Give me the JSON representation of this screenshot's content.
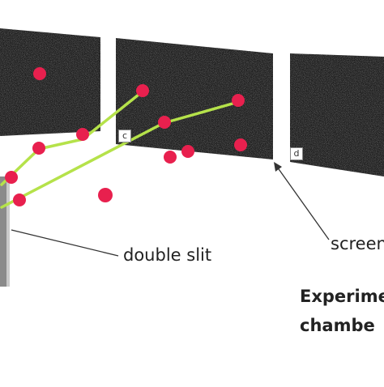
{
  "figure": {
    "labels": {
      "double_slit": "double slit",
      "screen": "screen",
      "title_line1": "Experime",
      "title_line2": "chambe"
    },
    "panels": [
      {
        "id": "panel-b",
        "tag": ""
      },
      {
        "id": "panel-c",
        "tag": "c"
      },
      {
        "id": "panel-d",
        "tag": "d"
      }
    ],
    "colors": {
      "screen_fill": "#1e1e1e",
      "particle": "#e8204e",
      "trajectory": "#b5e24a",
      "slit_barrier": "#8a8a8a",
      "arrow": "#333333"
    }
  }
}
